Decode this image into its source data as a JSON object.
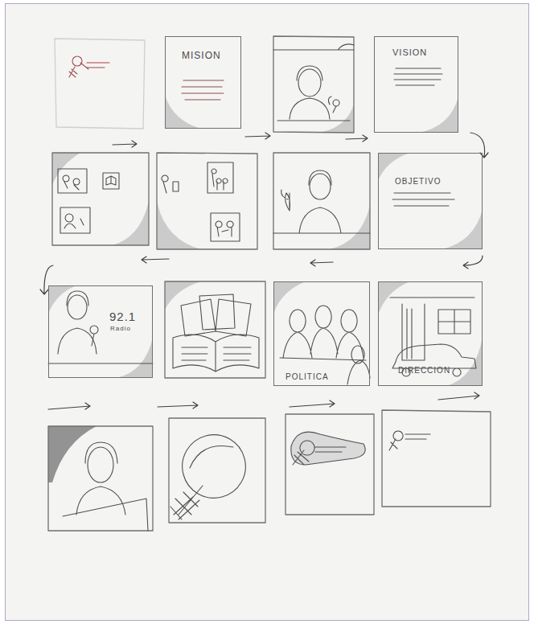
{
  "diagram": {
    "nodes": [
      {
        "text": [
          "MISION"
        ]
      },
      {
        "text": [
          "VISION"
        ]
      },
      {
        "text": [
          "OBJETIVO"
        ]
      },
      {
        "text": [
          "92.1",
          "Radio"
        ]
      },
      {
        "text": [
          "POLITICA"
        ]
      },
      {
        "text": [
          "DIRECCION"
        ]
      }
    ]
  }
}
